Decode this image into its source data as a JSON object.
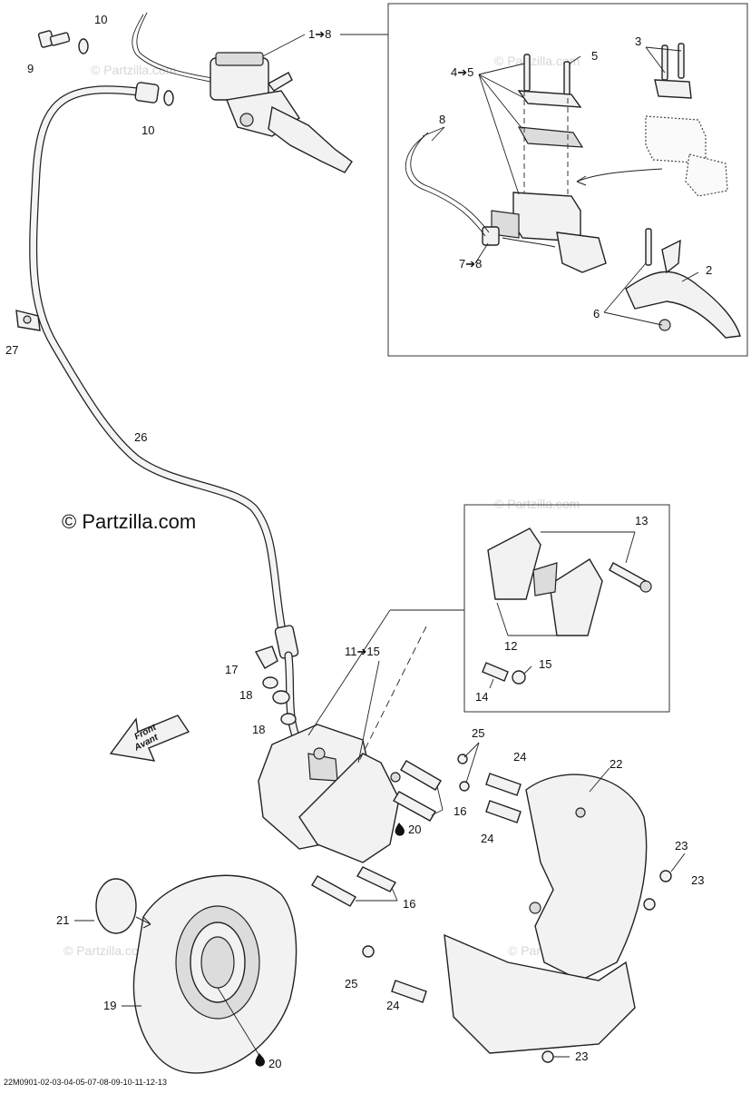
{
  "watermark": "© Partzilla.com",
  "copyright": "© Partzilla.com",
  "part_code": "22M0901-02-03-04-05-07-08-09-10-11-12-13",
  "front_sign": [
    "Front",
    "Avant"
  ],
  "callouts": {
    "c1_8": "1➔8",
    "c2": "2",
    "c3": "3",
    "c4_5": "4➔5",
    "c5": "5",
    "c6": "6",
    "c7_8": "7➔8",
    "c8": "8",
    "c9": "9",
    "c10a": "10",
    "c10b": "10",
    "c11_15": "11➔15",
    "c12": "12",
    "c13": "13",
    "c14": "14",
    "c15": "15",
    "c16a": "16",
    "c16b": "16",
    "c17": "17",
    "c18a": "18",
    "c18b": "18",
    "c19": "19",
    "c20a": "20",
    "c20b": "20",
    "c21": "21",
    "c22": "22",
    "c23a": "23",
    "c23b": "23",
    "c23c": "23",
    "c24a": "24",
    "c24b": "24",
    "c24c": "24",
    "c25a": "25",
    "c25b": "25",
    "c26": "26",
    "c27": "27"
  },
  "icons": {
    "fluid_drop": "drop-icon",
    "front_arrow": "front-direction-arrow-icon"
  },
  "colors": {
    "line": "#222222",
    "part_fill": "#f2f2f2",
    "watermark": "#d6d6d6"
  }
}
